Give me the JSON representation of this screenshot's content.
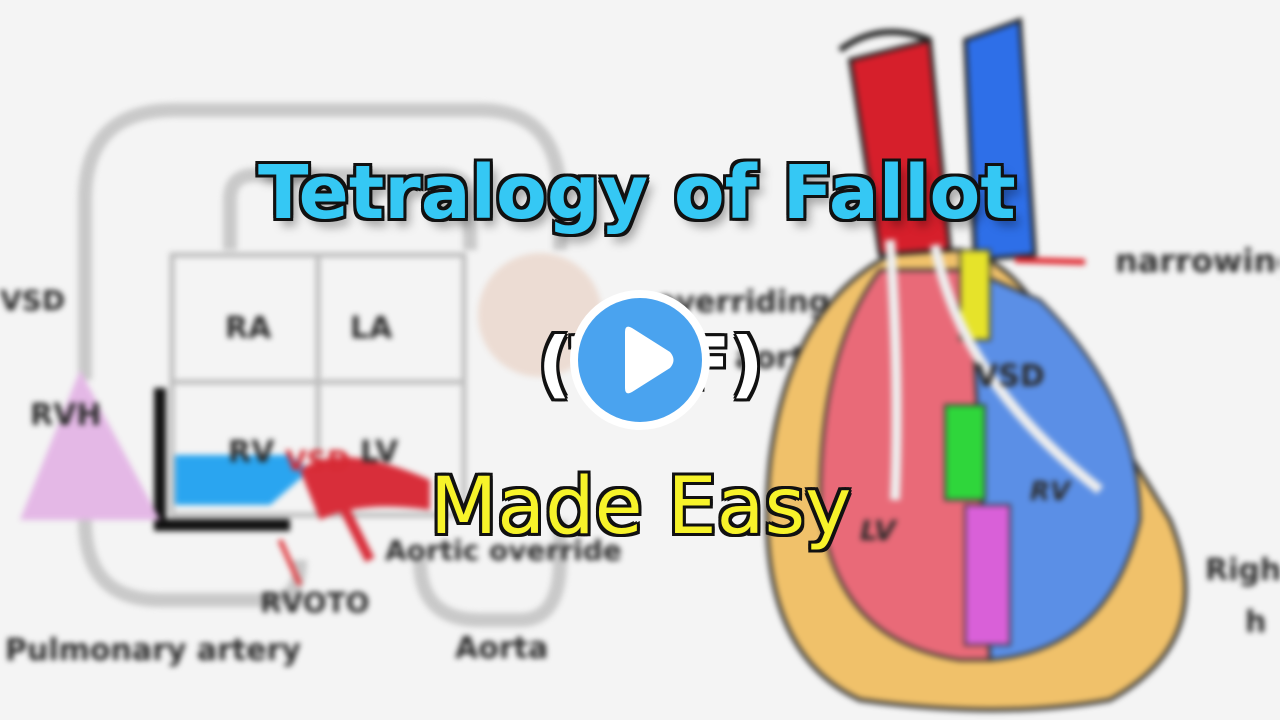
{
  "video": {
    "title_line1": "Tetralogy of Fallot",
    "title_abbr": "(TOF)",
    "title_line2": "Made Easy",
    "play_icon": "play-icon"
  },
  "diagram": {
    "labels": {
      "vsd_left": "VSD",
      "rvh": "RVH",
      "ra": "RA",
      "la": "LA",
      "rv": "RV",
      "lv": "LV",
      "vsd_mid": "VSD",
      "overriding_1": "overriding",
      "overriding_2": "aorta",
      "aortic_override": "Aortic override",
      "rvoto": "RVOTO",
      "pulmonary_artery": "Pulmonary artery",
      "aorta": "Aorta",
      "narrowing": "narrowing",
      "vsd_right": "VSD",
      "lv_right": "LV",
      "rv_right": "RV",
      "right_h1": "Right",
      "right_h2": "h"
    }
  },
  "colors": {
    "title_blue": "#35c8f4",
    "title_yellow": "#f7f32a",
    "play_blue": "#4aa3ef",
    "heart_red": "#e96a78",
    "heart_blue": "#5b8fe6",
    "heart_outer": "#f0c16a"
  }
}
